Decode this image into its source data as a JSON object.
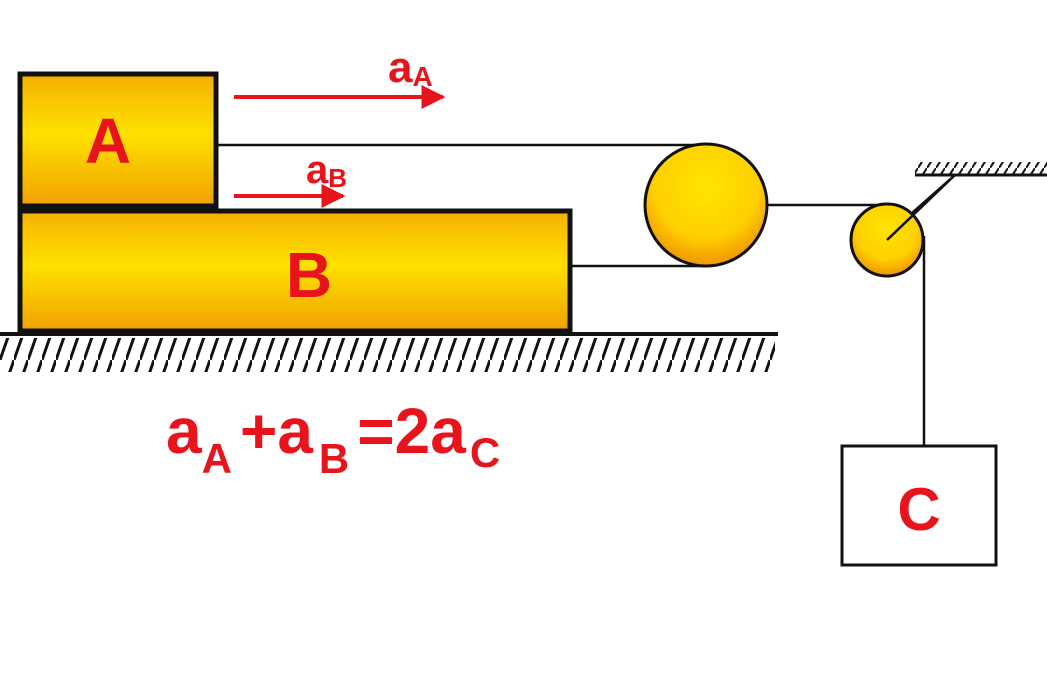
{
  "blocks": {
    "a": "A",
    "b": "B",
    "c": "C"
  },
  "arrows": {
    "a_main": "a",
    "a_sub": "A",
    "b_main": "a",
    "b_sub": "B"
  },
  "equation": {
    "t1": "a",
    "s1": "A",
    "t2": "+a",
    "s2": "B",
    "t3": "=2a",
    "s3": "C"
  },
  "colors": {
    "label_red": "#e8141c",
    "block_yellow": "#ffd400",
    "block_orange": "#f2a000",
    "outline": "#111111"
  }
}
